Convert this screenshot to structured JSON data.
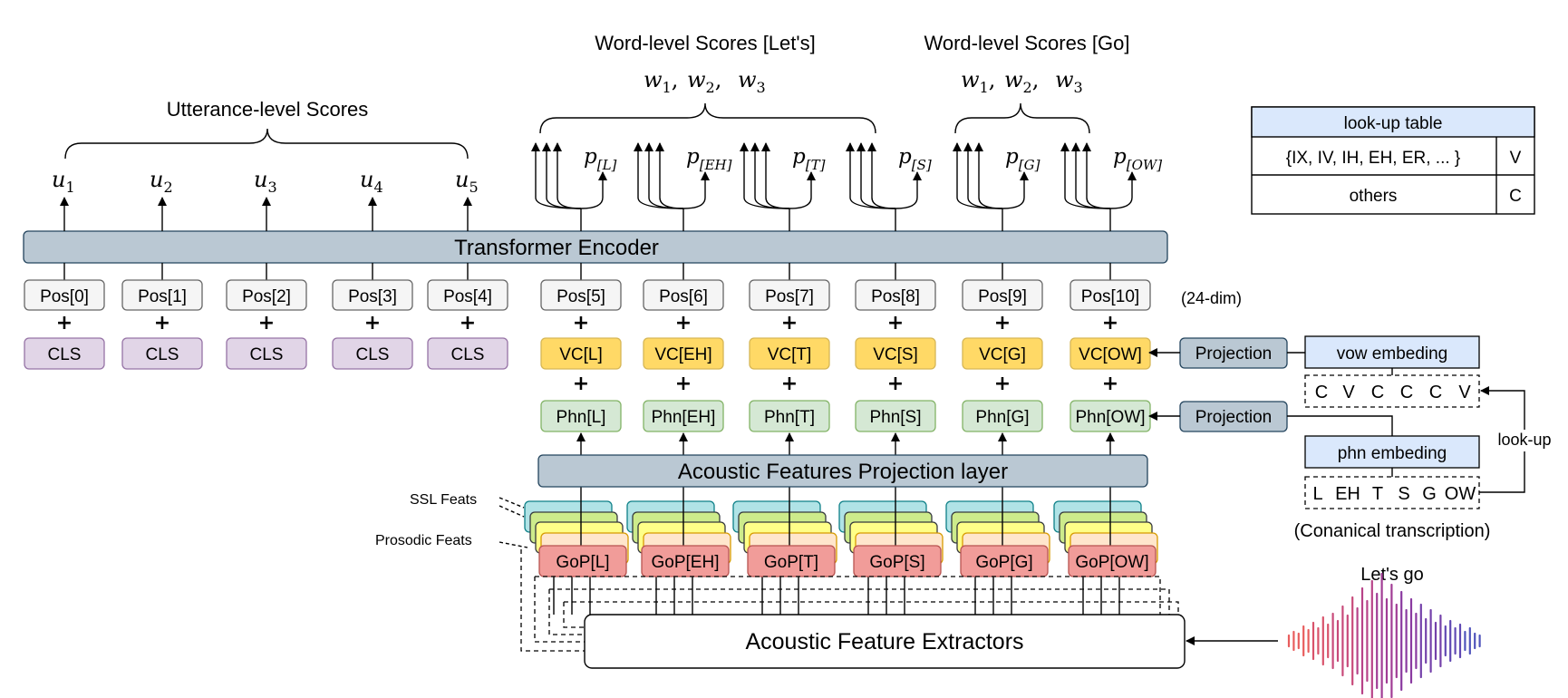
{
  "headings": {
    "utterance": "Utterance-level Scores",
    "word_lets": "Word-level Scores [Let's]",
    "word_go": "Word-level Scores [Go]"
  },
  "word_scores": {
    "w1": "w",
    "w1_sub": "1",
    "w2": "w",
    "w2_sub": "2",
    "w3": "w",
    "w3_sub": "3"
  },
  "utterance_scores": [
    {
      "sym": "u",
      "sub": "1"
    },
    {
      "sym": "u",
      "sub": "2"
    },
    {
      "sym": "u",
      "sub": "3"
    },
    {
      "sym": "u",
      "sub": "4"
    },
    {
      "sym": "u",
      "sub": "5"
    }
  ],
  "phone_scores": [
    {
      "sym": "p",
      "sub": "[L]"
    },
    {
      "sym": "p",
      "sub": "[EH]"
    },
    {
      "sym": "p",
      "sub": "[T]"
    },
    {
      "sym": "p",
      "sub": "[S]"
    },
    {
      "sym": "p",
      "sub": "[G]"
    },
    {
      "sym": "p",
      "sub": "[OW]"
    }
  ],
  "transformer": "Transformer Encoder",
  "positions": [
    "Pos[0]",
    "Pos[1]",
    "Pos[2]",
    "Pos[3]",
    "Pos[4]",
    "Pos[5]",
    "Pos[6]",
    "Pos[7]",
    "Pos[8]",
    "Pos[9]",
    "Pos[10]"
  ],
  "dim_note": "(24-dim)",
  "cls": [
    "CLS",
    "CLS",
    "CLS",
    "CLS",
    "CLS"
  ],
  "vc": [
    "VC[L]",
    "VC[EH]",
    "VC[T]",
    "VC[S]",
    "VC[G]",
    "VC[OW]"
  ],
  "phn": [
    "Phn[L]",
    "Phn[EH]",
    "Phn[T]",
    "Phn[S]",
    "Phn[G]",
    "Phn[OW]"
  ],
  "gop": [
    "GoP[L]",
    "GoP[EH]",
    "GoP[T]",
    "GoP[S]",
    "GoP[G]",
    "GoP[OW]"
  ],
  "acoustic_projection": "Acoustic Features Projection layer",
  "ssl_feats": "SSL Feats",
  "prosodic_feats": "Prosodic Feats",
  "extractors": "Acoustic Feature Extractors",
  "projection": "Projection",
  "vow_embedding": "vow embeding",
  "phn_embedding": "phn embeding",
  "vc_sequence": [
    "C",
    "V",
    "C",
    "C",
    "C",
    "V"
  ],
  "phone_sequence": [
    "L",
    "EH",
    "T",
    "S",
    "G",
    "OW"
  ],
  "look_up": "look-up",
  "canonical": "(Conanical transcription)",
  "lets_go": "Let's go",
  "lookup_table": {
    "title": "look-up table",
    "rows": [
      {
        "set": "{IX, IV, IH, EH, ER, ... }",
        "label": "V"
      },
      {
        "set": "others",
        "label": "C"
      }
    ]
  },
  "colors": {
    "encoder": "#bac8d3",
    "encoder_border": "#23445d",
    "pos": "#f5f5f5",
    "cls": "#e1d5e7",
    "cls_border": "#9673a6",
    "vc": "#ffd966",
    "vc_border": "#d6b656",
    "phn": "#d5e8d4",
    "phn_border": "#82b366",
    "gop": "#f19c99",
    "gop_border": "#b85450",
    "embed": "#dae8fc",
    "embed_border": "#6c8ebf",
    "ssl": "#b0e3e6",
    "yellow_feat": "#ffff88",
    "green_feat": "#cdeb8b",
    "orange_feat": "#ffe6cc"
  }
}
